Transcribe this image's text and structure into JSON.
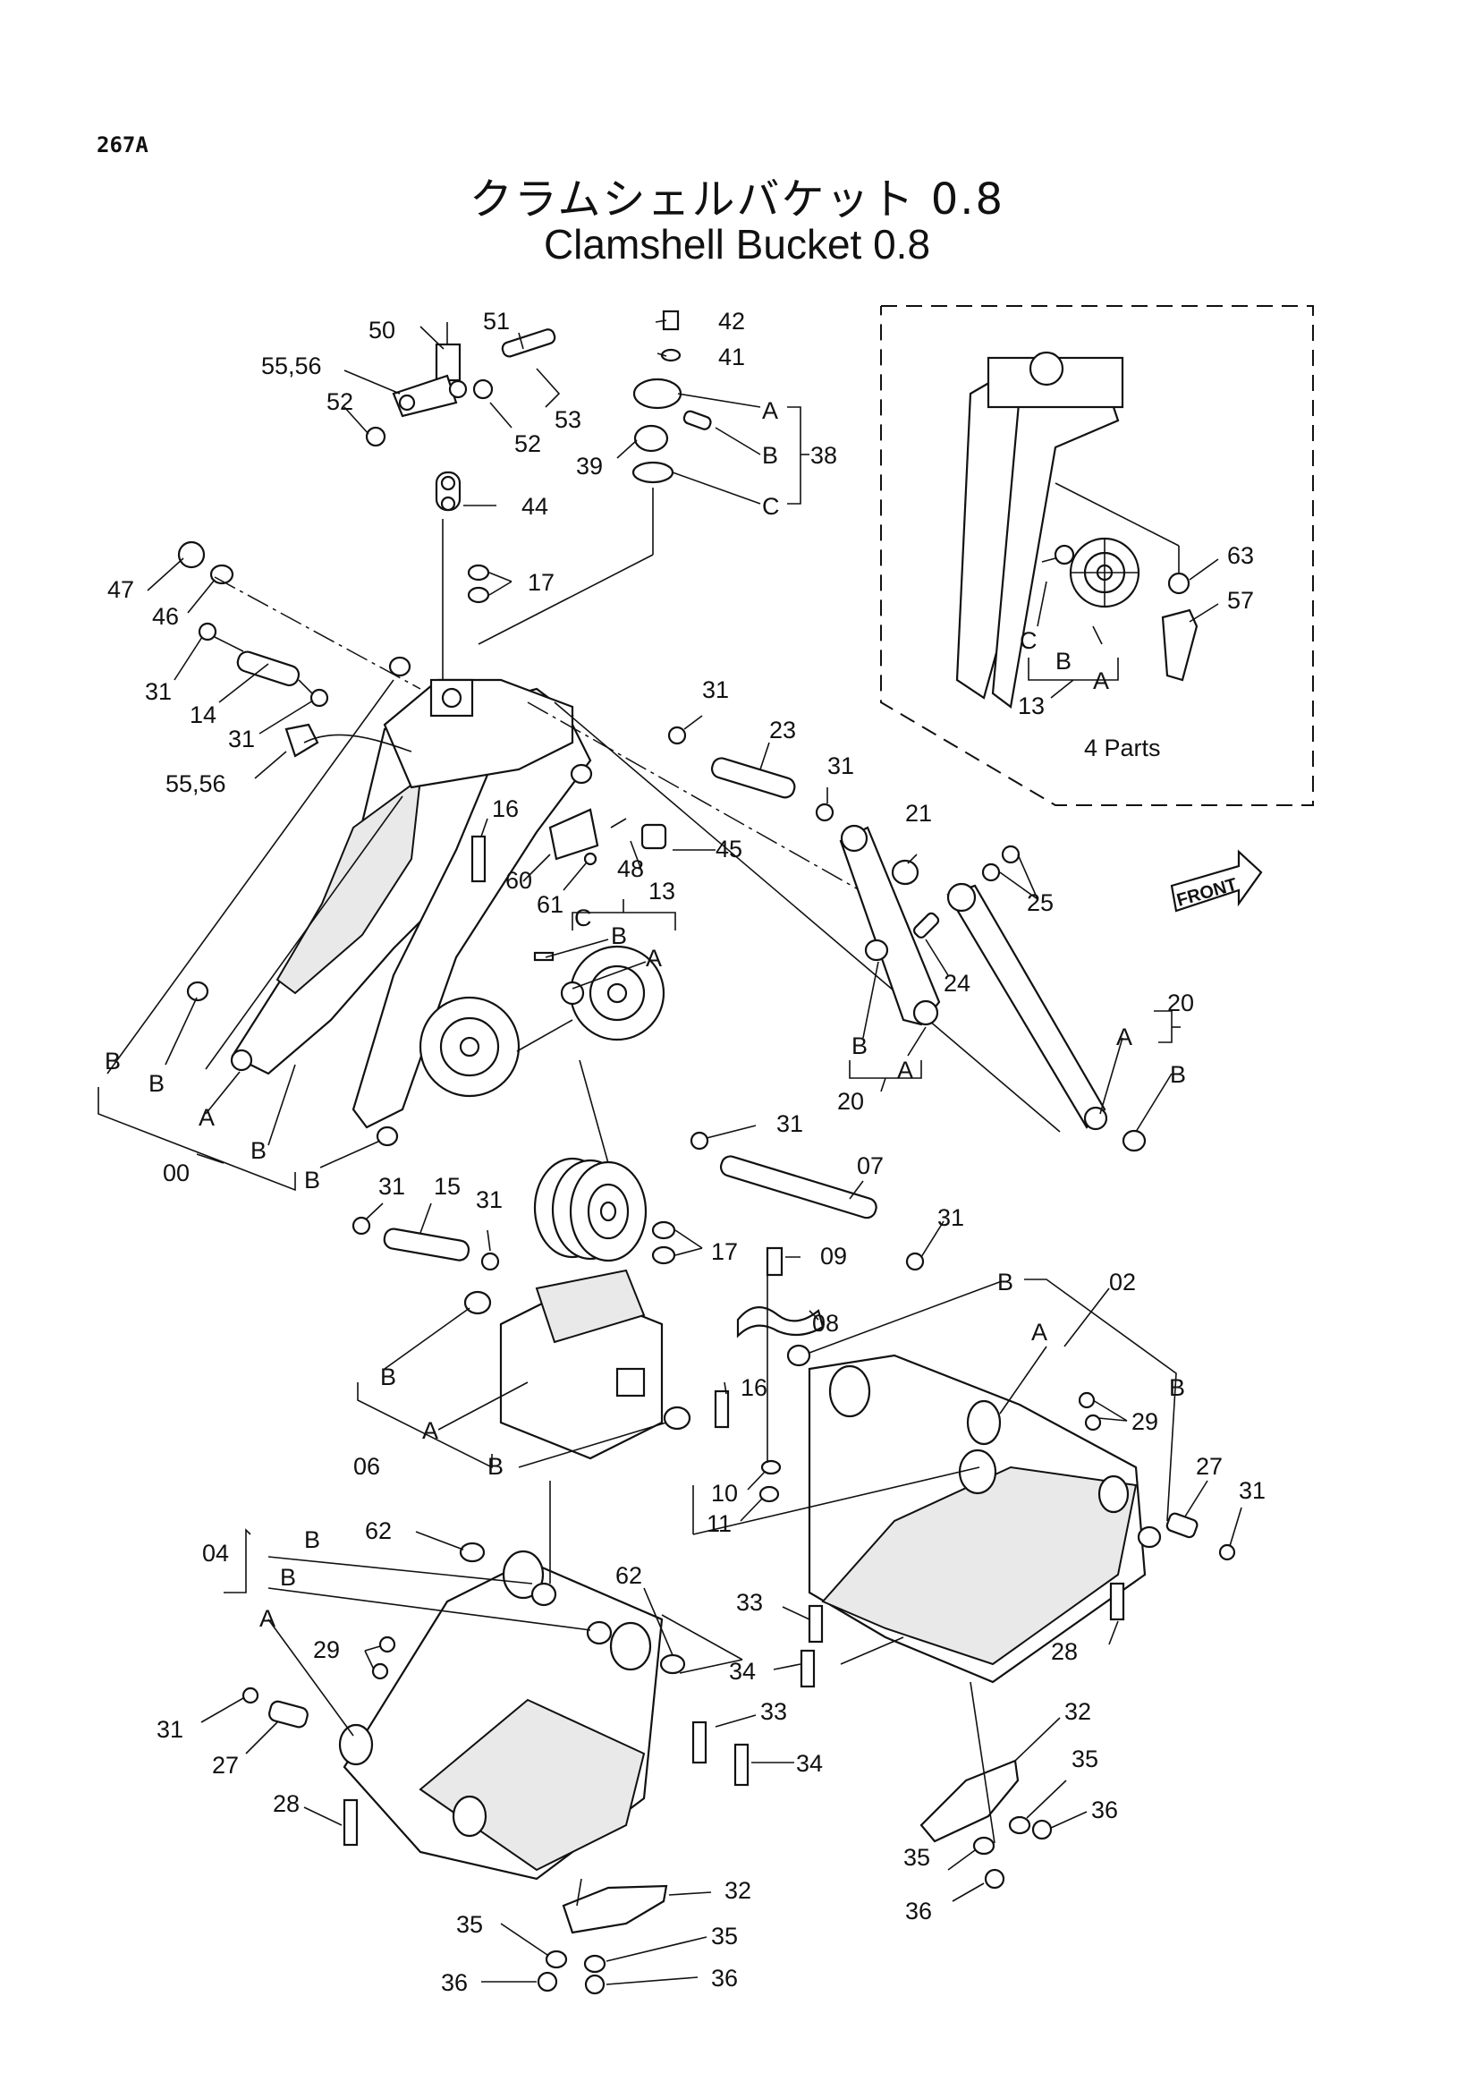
{
  "header": {
    "page_number": "267A",
    "title_jp": "クラムシェルバケット 0.8",
    "title_en": "Clamshell Bucket 0.8"
  },
  "inset": {
    "caption": "4 Parts"
  },
  "direction_sign": {
    "text": "FRONT"
  },
  "callouts": [
    {
      "id": "c-50",
      "text": "50"
    },
    {
      "id": "c-51",
      "text": "51"
    },
    {
      "id": "c-42",
      "text": "42"
    },
    {
      "id": "c-41",
      "text": "41"
    },
    {
      "id": "c-5556a",
      "text": "55,56"
    },
    {
      "id": "c-52a",
      "text": "52"
    },
    {
      "id": "c-52b",
      "text": "52"
    },
    {
      "id": "c-53",
      "text": "53"
    },
    {
      "id": "c-38a",
      "text": "A"
    },
    {
      "id": "c-38b",
      "text": "B"
    },
    {
      "id": "c-38",
      "text": "38"
    },
    {
      "id": "c-38c",
      "text": "C"
    },
    {
      "id": "c-39",
      "text": "39"
    },
    {
      "id": "c-44",
      "text": "44"
    },
    {
      "id": "c-47",
      "text": "47"
    },
    {
      "id": "c-46",
      "text": "46"
    },
    {
      "id": "c-17a",
      "text": "17"
    },
    {
      "id": "c-31a",
      "text": "31"
    },
    {
      "id": "c-14",
      "text": "14"
    },
    {
      "id": "c-31b",
      "text": "31"
    },
    {
      "id": "c-5556b",
      "text": "55,56"
    },
    {
      "id": "c-31c",
      "text": "31"
    },
    {
      "id": "c-23",
      "text": "23"
    },
    {
      "id": "c-31d",
      "text": "31"
    },
    {
      "id": "c-16a",
      "text": "16"
    },
    {
      "id": "c-45",
      "text": "45"
    },
    {
      "id": "c-60",
      "text": "60"
    },
    {
      "id": "c-48",
      "text": "48"
    },
    {
      "id": "c-61",
      "text": "61"
    },
    {
      "id": "c-13",
      "text": "13"
    },
    {
      "id": "c-13c",
      "text": "C"
    },
    {
      "id": "c-13b",
      "text": "B"
    },
    {
      "id": "c-13a",
      "text": "A"
    },
    {
      "id": "c-21",
      "text": "21"
    },
    {
      "id": "c-25",
      "text": "25"
    },
    {
      "id": "c-24",
      "text": "24"
    },
    {
      "id": "c-20a",
      "text": "20"
    },
    {
      "id": "c-20aA",
      "text": "A"
    },
    {
      "id": "c-20aB",
      "text": "B"
    },
    {
      "id": "c-20bB",
      "text": "B"
    },
    {
      "id": "c-20bA",
      "text": "A"
    },
    {
      "id": "c-20b",
      "text": "20"
    },
    {
      "id": "c-00B1",
      "text": "B"
    },
    {
      "id": "c-00B2",
      "text": "B"
    },
    {
      "id": "c-00A",
      "text": "A"
    },
    {
      "id": "c-00",
      "text": "00"
    },
    {
      "id": "c-00B3",
      "text": "B"
    },
    {
      "id": "c-00B4",
      "text": "B"
    },
    {
      "id": "c-31e",
      "text": "31"
    },
    {
      "id": "c-07",
      "text": "07"
    },
    {
      "id": "c-31f",
      "text": "31"
    },
    {
      "id": "c-31g",
      "text": "31"
    },
    {
      "id": "c-15",
      "text": "15"
    },
    {
      "id": "c-31h",
      "text": "31"
    },
    {
      "id": "c-17b",
      "text": "17"
    },
    {
      "id": "c-09",
      "text": "09"
    },
    {
      "id": "c-08",
      "text": "08"
    },
    {
      "id": "c-02B",
      "text": "B"
    },
    {
      "id": "c-02",
      "text": "02"
    },
    {
      "id": "c-02A",
      "text": "A"
    },
    {
      "id": "c-02B2",
      "text": "B"
    },
    {
      "id": "c-06B1",
      "text": "B"
    },
    {
      "id": "c-06A",
      "text": "A"
    },
    {
      "id": "c-06",
      "text": "06"
    },
    {
      "id": "c-06B2",
      "text": "B"
    },
    {
      "id": "c-16b",
      "text": "16"
    },
    {
      "id": "c-29a",
      "text": "29"
    },
    {
      "id": "c-27a",
      "text": "27"
    },
    {
      "id": "c-31i",
      "text": "31"
    },
    {
      "id": "c-10",
      "text": "10"
    },
    {
      "id": "c-11",
      "text": "11"
    },
    {
      "id": "c-04",
      "text": "04"
    },
    {
      "id": "c-04B1",
      "text": "B"
    },
    {
      "id": "c-04B2",
      "text": "B"
    },
    {
      "id": "c-04A",
      "text": "A"
    },
    {
      "id": "c-62a",
      "text": "62"
    },
    {
      "id": "c-62b",
      "text": "62"
    },
    {
      "id": "c-33a",
      "text": "33"
    },
    {
      "id": "c-28a",
      "text": "28"
    },
    {
      "id": "c-29b",
      "text": "29"
    },
    {
      "id": "c-34a",
      "text": "34"
    },
    {
      "id": "c-33b",
      "text": "33"
    },
    {
      "id": "c-32a",
      "text": "32"
    },
    {
      "id": "c-31j",
      "text": "31"
    },
    {
      "id": "c-27b",
      "text": "27"
    },
    {
      "id": "c-34b",
      "text": "34"
    },
    {
      "id": "c-35a",
      "text": "35"
    },
    {
      "id": "c-28b",
      "text": "28"
    },
    {
      "id": "c-36a",
      "text": "36"
    },
    {
      "id": "c-35b",
      "text": "35"
    },
    {
      "id": "c-36b",
      "text": "36"
    },
    {
      "id": "c-32b",
      "text": "32"
    },
    {
      "id": "c-35c",
      "text": "35"
    },
    {
      "id": "c-35d",
      "text": "35"
    },
    {
      "id": "c-36c",
      "text": "36"
    },
    {
      "id": "c-36d",
      "text": "36"
    },
    {
      "id": "c-63",
      "text": "63"
    },
    {
      "id": "c-57",
      "text": "57"
    },
    {
      "id": "c-i13c",
      "text": "C"
    },
    {
      "id": "c-i13b",
      "text": "B"
    },
    {
      "id": "c-i13a",
      "text": "A"
    },
    {
      "id": "c-i13",
      "text": "13"
    }
  ]
}
